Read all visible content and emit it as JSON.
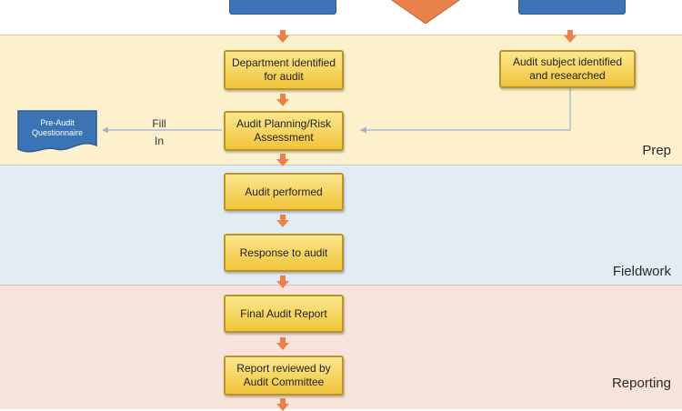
{
  "lanes": {
    "prep": "Prep",
    "fieldwork": "Fieldwork",
    "reporting": "Reporting"
  },
  "boxes": {
    "department": "Department identified for audit",
    "subject": "Audit subject identified and researched",
    "planning": "Audit Planning/Risk Assessment",
    "performed": "Audit performed",
    "response": "Response to audit",
    "final_report": "Final Audit Report",
    "reviewed": "Report reviewed by Audit Committee"
  },
  "questionnaire": {
    "line1": "Pre-Audit",
    "line2": "Questionnaire"
  },
  "fill_in": {
    "line1": "Fill",
    "line2": "In"
  },
  "colors": {
    "box_fill": "#f5d35a",
    "box_border": "#b8942a",
    "arrow": "#e9824a",
    "prep_lane": "#fdf1cd",
    "fieldwork_lane": "#e3ecf5",
    "reporting_lane": "#f8e3da",
    "doc_blue": "#3b74b5",
    "connector": "#9db4cf"
  }
}
